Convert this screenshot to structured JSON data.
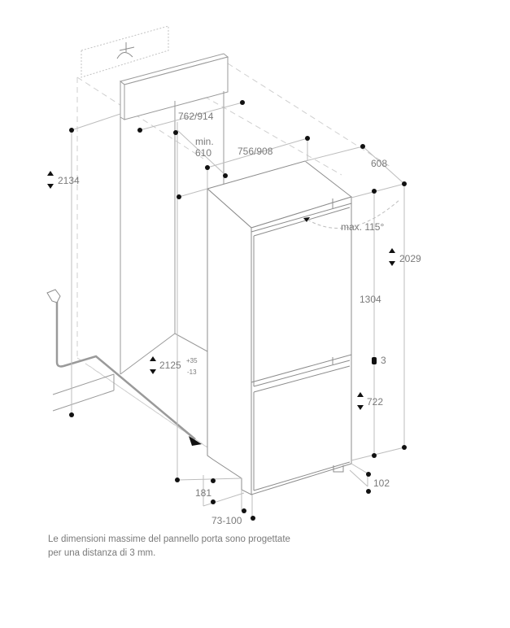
{
  "diagram": {
    "type": "built-in fridge-freezer installation drawing",
    "dimensions": {
      "niche_height": "2134",
      "top_cabinet_width": "762/914",
      "min_depth_label": "min.",
      "min_depth_value": "610",
      "appliance_width": "756/908",
      "appliance_depth": "608",
      "door_opening_angle": "max. 115°",
      "total_height": "2029",
      "upper_door_height": "1304",
      "door_gap": "3",
      "lower_door_height": "722",
      "niche_height_tolerance": "2125",
      "tolerance_plus": "+35",
      "tolerance_minus": "-13",
      "plinth_depth": "181",
      "plinth_height": "73-100",
      "foot_height": "102"
    },
    "colors": {
      "line": "#bdbdbd",
      "dark_line": "#8c8c8c",
      "dot": "#111111",
      "text": "#7a7a7a"
    }
  },
  "note": {
    "line1": "Le dimensioni massime del pannello porta sono progettate",
    "line2": "per una distanza di 3 mm."
  }
}
